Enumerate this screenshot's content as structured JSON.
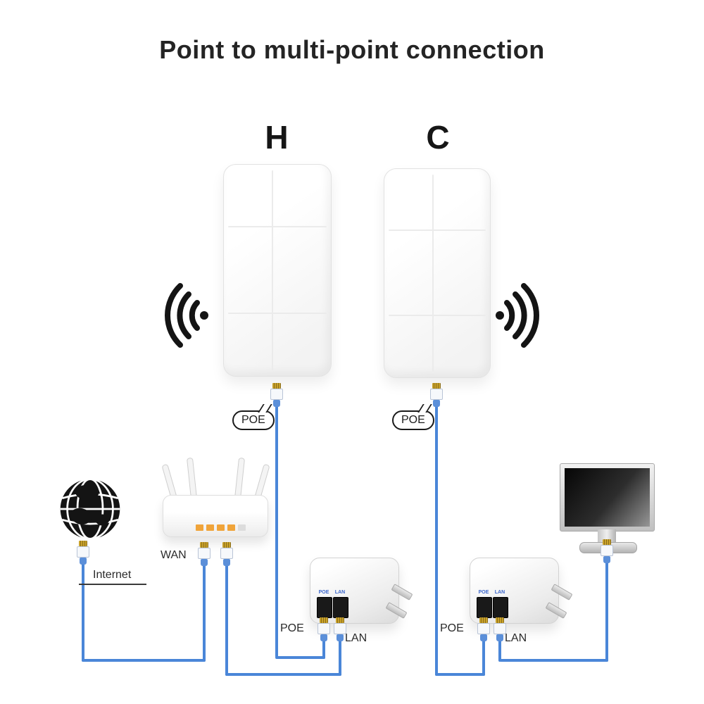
{
  "title": "Point to multi-point connection",
  "bridges": {
    "left": {
      "label": "H",
      "poe_tag": "POE"
    },
    "right": {
      "label": "C",
      "poe_tag": "POE"
    }
  },
  "left_network": {
    "internet_label": "Internet",
    "wan_label": "WAN"
  },
  "injectors": {
    "left": {
      "poe_label": "POE",
      "lan_label": "LAN",
      "port_poe": "POE",
      "port_lan": "LAN"
    },
    "right": {
      "poe_label": "POE",
      "lan_label": "LAN",
      "port_poe": "POE",
      "port_lan": "LAN"
    }
  },
  "icons": {
    "wifi_left": "wifi-signal-left",
    "wifi_right": "wifi-signal-right",
    "globe": "internet-globe",
    "router": "wifi-router",
    "monitor": "desktop-monitor",
    "poe_injector": "poe-injector-wall-adapter",
    "rj45": "rj45-ethernet-connector"
  },
  "colors": {
    "cable": "#4a86d8",
    "connector-boot": "#5b8fd9",
    "pin-gold": "#c9a22b",
    "ink": "#1c1c1c",
    "port-label-blue": "#3a66cc"
  }
}
